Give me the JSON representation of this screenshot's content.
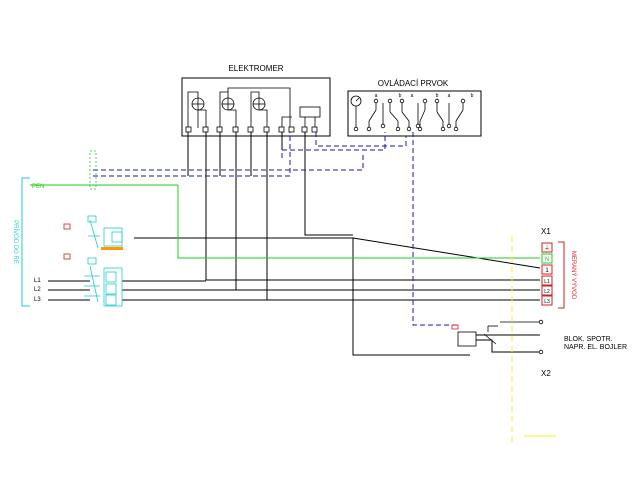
{
  "labels": {
    "elektromer": "ELEKTROMER",
    "ovladaci_prvok": "OVLÁDACÍ PRVOK",
    "pen": "PEN",
    "l1": "L1",
    "l2": "L2",
    "l3": "L3",
    "x1": "X1",
    "x2": "X2",
    "blok_line1": "BLOK. SPOTR.",
    "blok_line2": "NAPR. EL. BOJLER",
    "merany_vyvod": "MERANÝ VÝVOD",
    "privod": "PRÍVOD DO RE",
    "terminals": [
      "⏚",
      "N",
      "1",
      "L1",
      "L2",
      "L3"
    ],
    "switch_letters": [
      "a",
      "b",
      "a",
      "b",
      "a",
      "b"
    ]
  },
  "colors": {
    "black": "#000000",
    "green": "#22cc22",
    "cyan": "#22cccc",
    "blue_dashed": "#1a1aaa",
    "red": "#cc2222",
    "yellow": "#ffee33",
    "orange": "#ff9900"
  }
}
